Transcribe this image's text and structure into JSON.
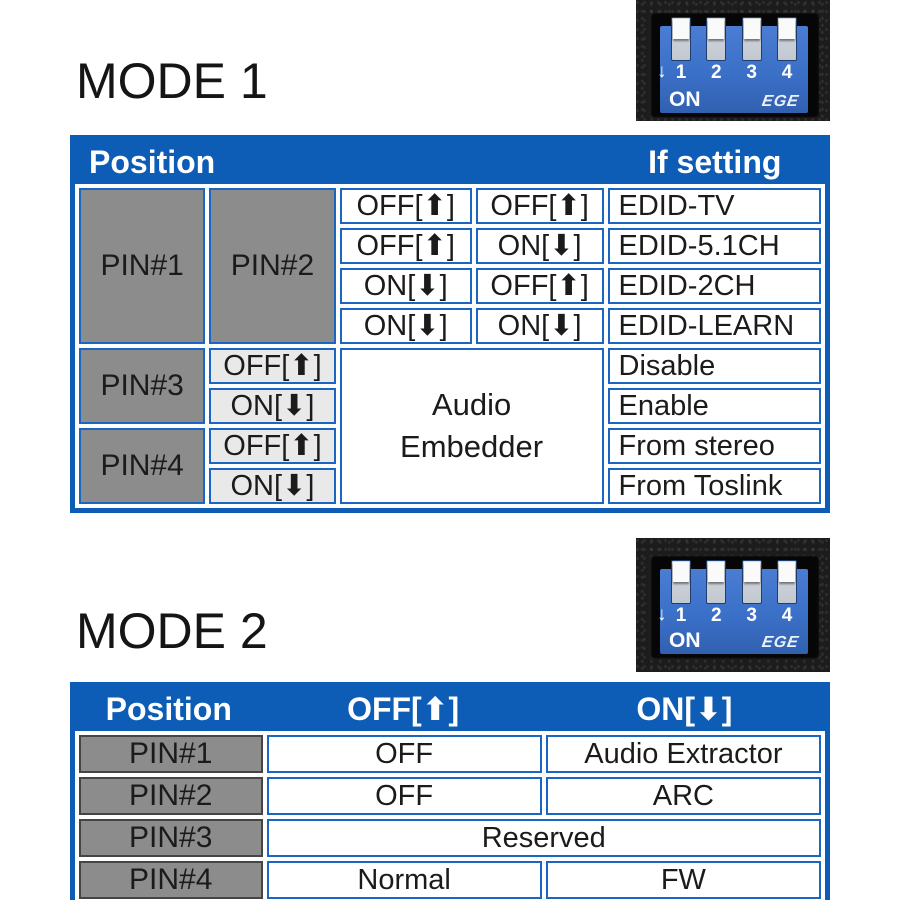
{
  "colors": {
    "header_blue": "#0d5cb6",
    "cell_border_blue": "#1b66c2",
    "pin_cell_gray": "#8c8c8c",
    "state_cell_gray": "#e9e9e9",
    "dip_switch_blue": "#3b70c8"
  },
  "dip_switch": {
    "numbers": [
      "1",
      "2",
      "3",
      "4"
    ],
    "arrow_down": "↓",
    "on_label": "ON",
    "logo": "EGE"
  },
  "mode1": {
    "title": "MODE 1",
    "table": {
      "header": {
        "position": "Position",
        "if_setting": "If setting"
      },
      "pins": [
        "PIN#1",
        "PIN#2",
        "PIN#3",
        "PIN#4"
      ],
      "edid_rows": [
        {
          "pin1": "OFF[⬆]",
          "pin2": "OFF[⬆]",
          "result": "EDID-TV"
        },
        {
          "pin1": "OFF[⬆]",
          "pin2": "ON[⬇]",
          "result": "EDID-5.1CH"
        },
        {
          "pin1": "ON[⬇]",
          "pin2": "OFF[⬆]",
          "result": "EDID-2CH"
        },
        {
          "pin1": "ON[⬇]",
          "pin2": "ON[⬇]",
          "result": "EDID-LEARN"
        }
      ],
      "audio_label": "Audio\nEmbedder",
      "pin3_rows": [
        {
          "state": "OFF[⬆]",
          "result": "Disable"
        },
        {
          "state": "ON[⬇]",
          "result": "Enable"
        }
      ],
      "pin4_rows": [
        {
          "state": "OFF[⬆]",
          "result": "From stereo"
        },
        {
          "state": "ON[⬇]",
          "result": "From Toslink"
        }
      ]
    }
  },
  "mode2": {
    "title": "MODE 2",
    "table": {
      "headers": [
        "Position",
        "OFF[⬆]",
        "ON[⬇]"
      ],
      "rows": [
        {
          "pin": "PIN#1",
          "off": "OFF",
          "on": "Audio Extractor"
        },
        {
          "pin": "PIN#2",
          "off": "OFF",
          "on": "ARC"
        },
        {
          "pin": "PIN#3",
          "span": "Reserved"
        },
        {
          "pin": "PIN#4",
          "off": "Normal",
          "on": "FW"
        }
      ]
    }
  }
}
